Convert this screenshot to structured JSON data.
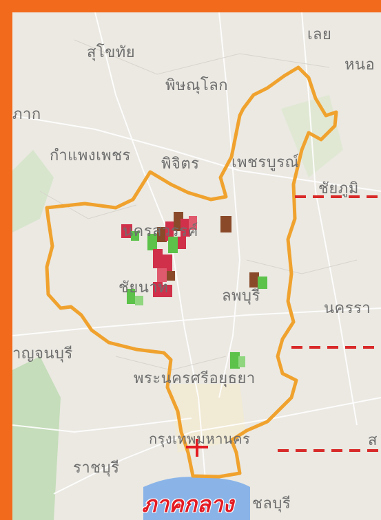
{
  "map": {
    "region_label": "ภาคกลาง",
    "places": [
      {
        "id": "sukhothai",
        "label": "สุโขทัย"
      },
      {
        "id": "loei",
        "label": "เลย"
      },
      {
        "id": "nongbualamphu",
        "label": "หนอ"
      },
      {
        "id": "phitsanulok",
        "label": "พิษณุโลก"
      },
      {
        "id": "tak",
        "label": "ภาก"
      },
      {
        "id": "kamphaengphet",
        "label": "กำแพงเพชร"
      },
      {
        "id": "phichit",
        "label": "พิจิตร"
      },
      {
        "id": "phetchabun",
        "label": "เพชรบูรณ์"
      },
      {
        "id": "chaiyaphum",
        "label": "ชัยภูมิ"
      },
      {
        "id": "nakhonsawan",
        "label": "นครสวรรค์"
      },
      {
        "id": "chainat",
        "label": "ชัยนาท"
      },
      {
        "id": "lopburi",
        "label": "ลพบุรี"
      },
      {
        "id": "nakhonratchasima",
        "label": "นครรา"
      },
      {
        "id": "kanchanaburi",
        "label": "าญจนบุรี"
      },
      {
        "id": "ayutthaya",
        "label": "พระนครศรีอยุธยา"
      },
      {
        "id": "bangkok",
        "label": "กรุงเทพมหานคร"
      },
      {
        "id": "sakaeo",
        "label": "ส"
      },
      {
        "id": "ratchaburi",
        "label": "ราชบุรี"
      },
      {
        "id": "chonburi",
        "label": "ชลบุรี"
      }
    ],
    "colors": {
      "boundary": "#f0a22e",
      "frame": "#f26a1b",
      "divider": "#d92a2a",
      "marker_red": "#d0304a",
      "marker_green": "#5cc24a",
      "marker_brown": "#8a4a2a",
      "region_text": "#e31b23",
      "sea": "#8ab4e8"
    }
  }
}
